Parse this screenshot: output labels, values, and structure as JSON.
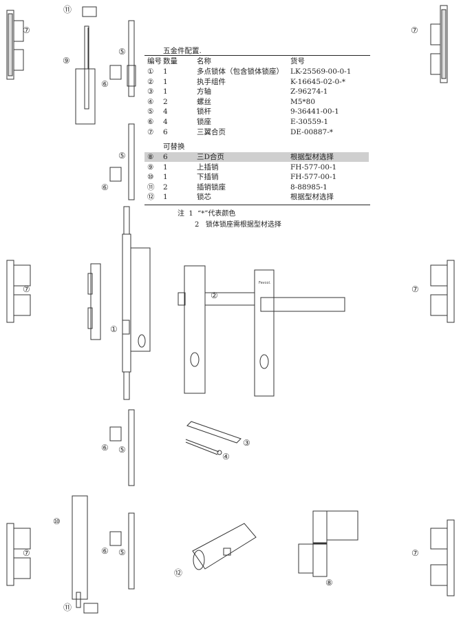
{
  "table": {
    "title": "五金件配置.",
    "headers": [
      "编号",
      "数量",
      "名称",
      "货号"
    ],
    "rows": [
      {
        "no": "①",
        "qty": "1",
        "name": "多点锁体（包含锁体锁座）",
        "code": "LK-25569-00-0-1"
      },
      {
        "no": "②",
        "qty": "1",
        "name": "执手组件",
        "code": "K-16645-02-0-*"
      },
      {
        "no": "③",
        "qty": "1",
        "name": "方轴",
        "code": "Z-96274-1"
      },
      {
        "no": "④",
        "qty": "2",
        "name": "螺丝",
        "code": "M5*80"
      },
      {
        "no": "⑤",
        "qty": "4",
        "name": "锁杆",
        "code": "9-36441-00-1"
      },
      {
        "no": "⑥",
        "qty": "4",
        "name": "锁座",
        "code": "E-30559-1"
      },
      {
        "no": "⑦",
        "qty": "6",
        "name": "三翼合页",
        "code": "DE-00887-*"
      }
    ],
    "alt_label": "可替换",
    "alt_rows": [
      {
        "no": "⑧",
        "qty": "6",
        "name": "三D合页",
        "code": "根据型材选择",
        "highlighted": true
      },
      {
        "no": "⑨",
        "qty": "1",
        "name": "上插销",
        "code": "FH-577-00-1"
      },
      {
        "no": "⑩",
        "qty": "1",
        "name": "下插销",
        "code": "FH-577-00-1"
      },
      {
        "no": "⑪",
        "qty": "2",
        "name": "插销锁座",
        "code": "8-88985-1"
      },
      {
        "no": "⑫",
        "qty": "1",
        "name": "锁芯",
        "code": "根据型材选择"
      }
    ],
    "notes_label": "注",
    "notes": [
      {
        "n": "1",
        "text": "“*”代表颜色"
      },
      {
        "n": "2",
        "text": "锁体锁座需根据型材选择"
      }
    ],
    "highlight_color": "#cfcfcf"
  },
  "handle_brand": "Fevcol",
  "callouts": [
    "⑪",
    "⑦",
    "⑦",
    "⑨",
    "⑤",
    "⑥",
    "⑤",
    "⑥",
    "⑦",
    "⑦",
    "①",
    "②",
    "③",
    "④",
    "⑥",
    "⑤",
    "⑩",
    "⑦",
    "⑥",
    "⑤",
    "⑦",
    "⑫",
    "⑧",
    "⑪"
  ]
}
